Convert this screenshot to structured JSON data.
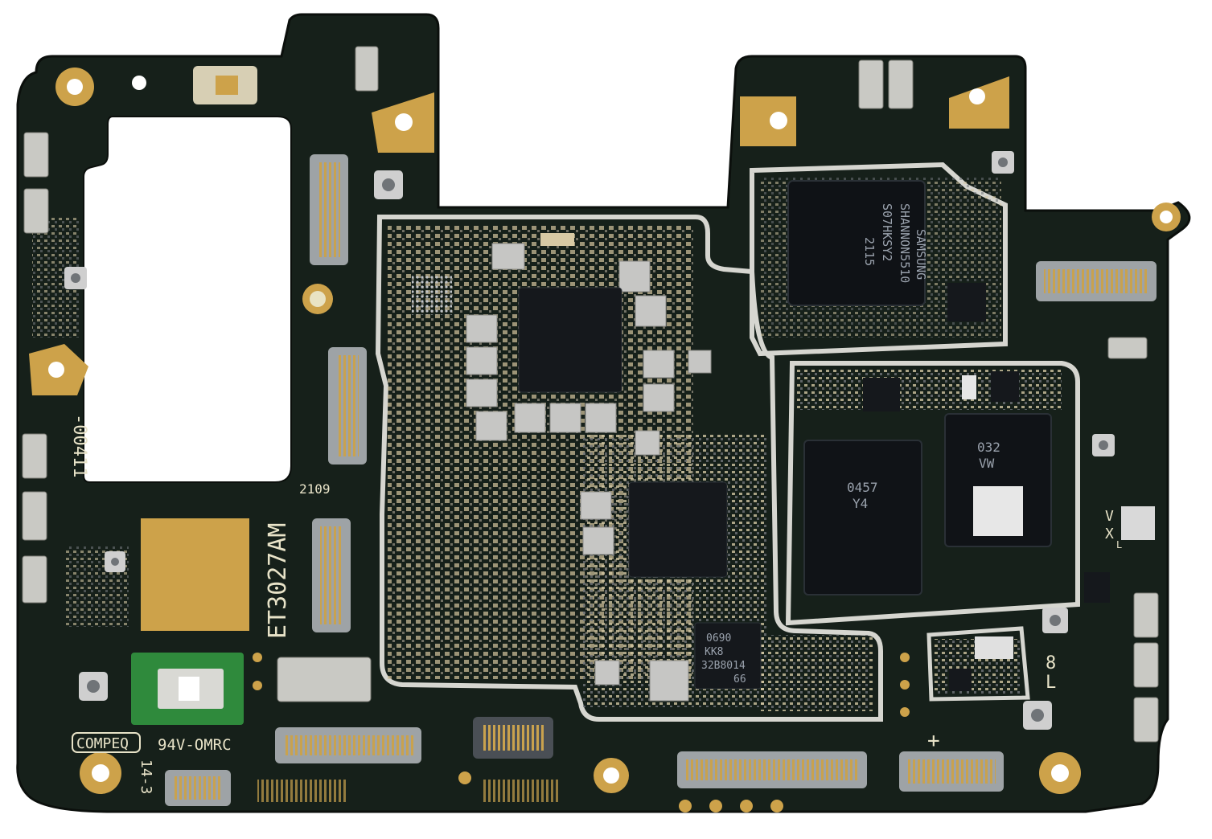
{
  "colors": {
    "pcb": "#16201a",
    "pcb_edge": "#0b0f0c",
    "gold": "#cda24a",
    "shield": "#d6d6d0",
    "chip": "#111418",
    "component": "#c8b894",
    "background": "#ffffff"
  },
  "labels": {
    "board_id": "ET3027AM",
    "rev": "2109",
    "serial": "-00411",
    "maker": "COMPEQ",
    "ul_mark": "94V-OMRC",
    "corner": "14-3",
    "plus_mark": "+",
    "mark_8l_1": "8",
    "mark_8l_2": "L",
    "mark_vx_1": "V",
    "mark_vx_2": "X",
    "mark_vx_3": "L"
  },
  "chips": {
    "modem": {
      "line1": "SAMSUNG",
      "line2": "SHANNON5510",
      "line3": "S07HKSY2",
      "line4": "2115"
    },
    "soc": {
      "line1": "0457",
      "line2": "Y4"
    },
    "memory": {
      "line1": "032",
      "line2": "VW"
    },
    "pmic": {
      "line1": "0690",
      "line2": "KK8",
      "line3": "32B8014",
      "line4": "66"
    }
  }
}
